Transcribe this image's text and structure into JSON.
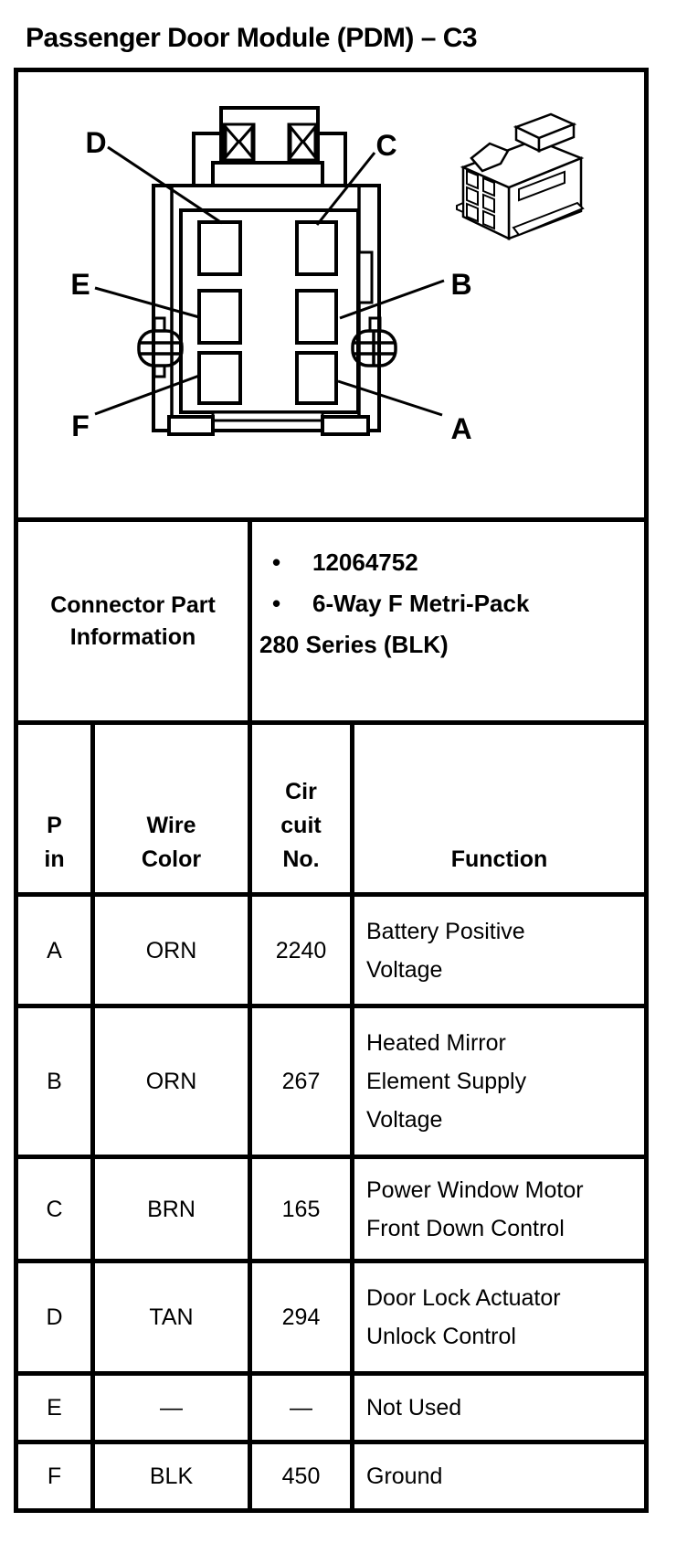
{
  "page_title": "Passenger Door Module (PDM) – C3",
  "diagram": {
    "pin_labels": {
      "d": "D",
      "c": "C",
      "e": "E",
      "b": "B",
      "f": "F",
      "a": "A"
    }
  },
  "connector_info": {
    "heading": "Connector Part\nInformation",
    "bullet_char": "•",
    "bullets": [
      "12064752",
      "6-Way F Metri-Pack"
    ],
    "continuation": "280 Series (BLK)"
  },
  "pinout": {
    "headers": {
      "pin": "P\nin",
      "wire_color": "Wire\nColor",
      "circuit_no": "Cir\ncuit\nNo.",
      "function": "Function"
    },
    "rows": [
      {
        "pin": "A",
        "wire_color": "ORN",
        "circuit_no": "2240",
        "function": "Battery Positive\nVoltage"
      },
      {
        "pin": "B",
        "wire_color": "ORN",
        "circuit_no": "267",
        "function": "Heated Mirror\nElement Supply\nVoltage"
      },
      {
        "pin": "C",
        "wire_color": "BRN",
        "circuit_no": "165",
        "function": "Power Window Motor\nFront Down Control"
      },
      {
        "pin": "D",
        "wire_color": "TAN",
        "circuit_no": "294",
        "function": "Door Lock Actuator\nUnlock Control"
      },
      {
        "pin": "E",
        "wire_color": "—",
        "circuit_no": "—",
        "function": "Not Used"
      },
      {
        "pin": "F",
        "wire_color": "BLK",
        "circuit_no": "450",
        "function": "Ground"
      }
    ]
  },
  "colors": {
    "ink": "#000000",
    "paper": "#ffffff"
  }
}
